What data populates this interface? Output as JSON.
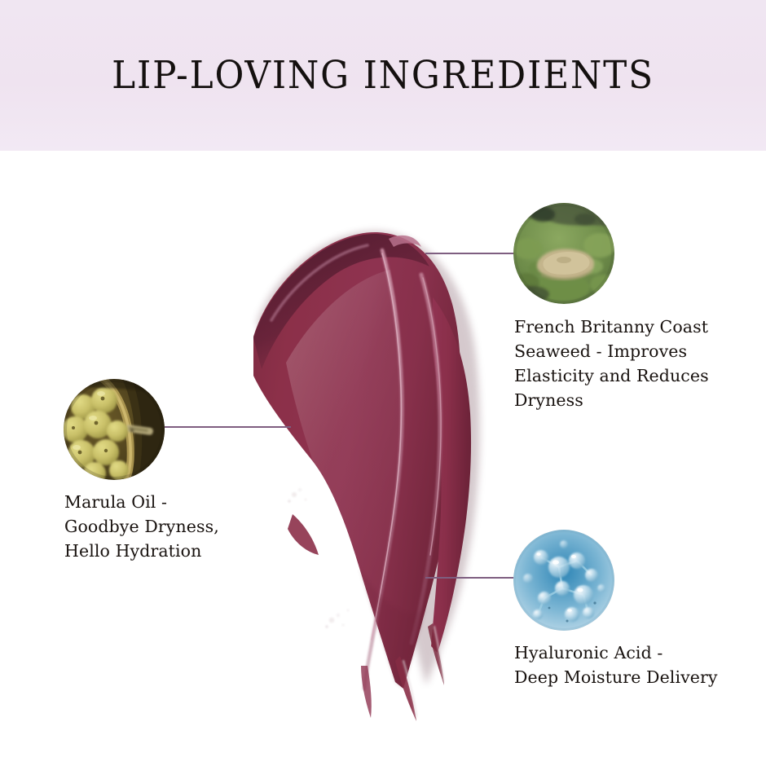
{
  "header": {
    "title": "LIP-LOVING INGREDIENTS",
    "band_color": "#efe4f0"
  },
  "product": {
    "swatch_name": "lipstick-swatch",
    "swatch_color": "#8a2f47",
    "swatch_shadow_color": "#5a1f33",
    "swatch_highlight_color": "#b06a84"
  },
  "theme": {
    "background": "#ffffff",
    "text_color": "#18120f",
    "connector_color": "#7e5e80"
  },
  "callouts": [
    {
      "id": "seaweed",
      "icon": "seaweed-photo-icon",
      "label": "French Britanny Coast\nSeaweed - Improves\nElasticity and Reduces\nDryness"
    },
    {
      "id": "marula",
      "icon": "marula-fruit-photo-icon",
      "label": "Marula Oil -\nGoodbye Dryness,\nHello Hydration"
    },
    {
      "id": "hyaluronic",
      "icon": "hyaluronic-molecule-photo-icon",
      "label": "Hyaluronic Acid -\nDeep Moisture Delivery"
    }
  ]
}
